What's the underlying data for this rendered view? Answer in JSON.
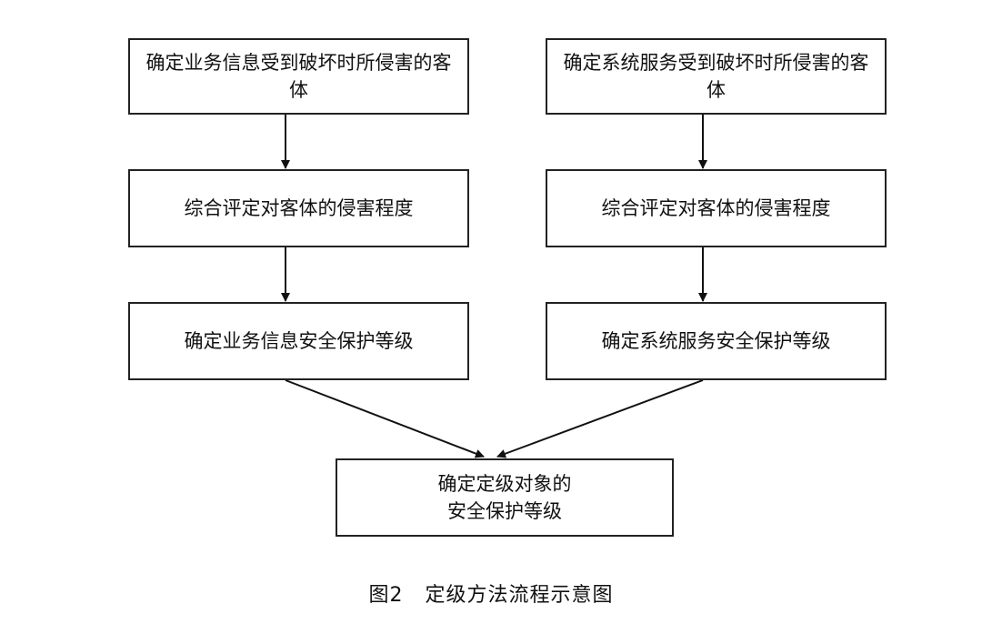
{
  "flowchart": {
    "left": {
      "step1": "确定业务信息受到破坏时所侵害的客体",
      "step2": "综合评定对客体的侵害程度",
      "step3": "确定业务信息安全保护等级"
    },
    "right": {
      "step1": "确定系统服务受到破坏时所侵害的客体",
      "step2": "综合评定对客体的侵害程度",
      "step3": "确定系统服务安全保护等级"
    },
    "final": {
      "line1": "确定定级对象的",
      "line2": "安全保护等级"
    }
  },
  "caption": "图2   定级方法流程示意图"
}
